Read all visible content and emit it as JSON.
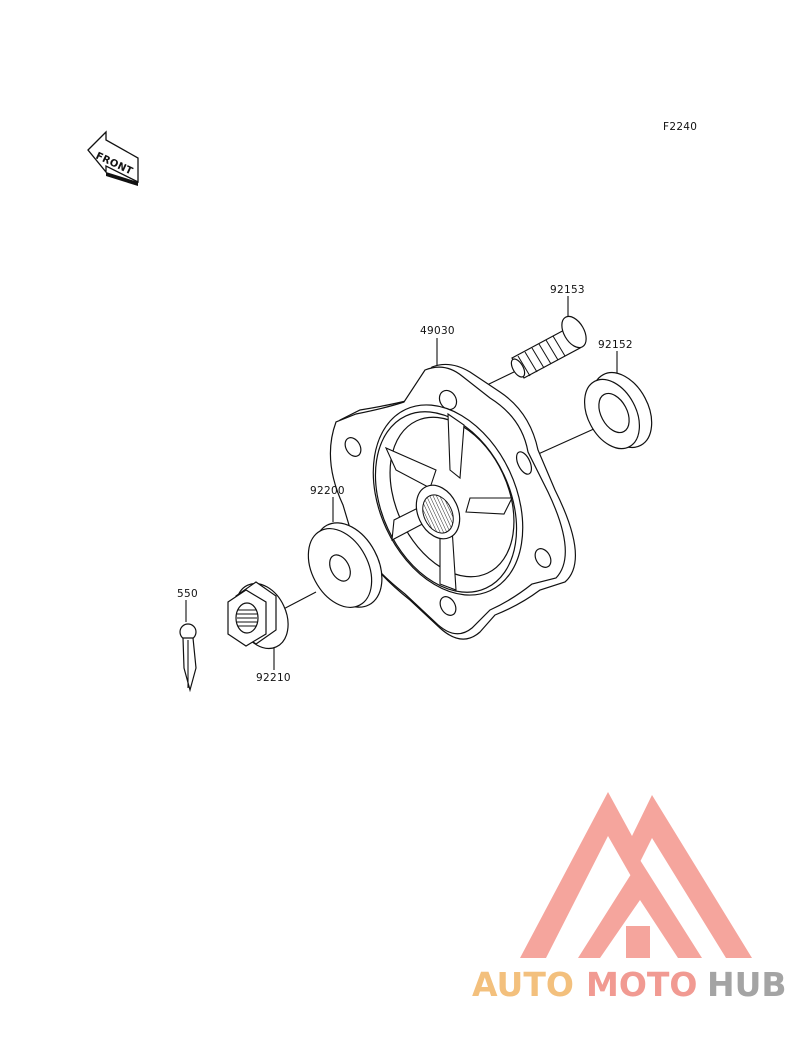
{
  "figure_code": "F2240",
  "front_indicator": {
    "text": "FRONT",
    "icon": "front-arrow-icon"
  },
  "parts": [
    {
      "number": "92153",
      "name_ref": "stud"
    },
    {
      "number": "92152",
      "name_ref": "oil-seal"
    },
    {
      "number": "49030",
      "name_ref": "hub"
    },
    {
      "number": "92200",
      "name_ref": "washer"
    },
    {
      "number": "550",
      "name_ref": "cotter-pin"
    },
    {
      "number": "92210",
      "name_ref": "castle-nut"
    }
  ],
  "watermark": {
    "text_auto": "AUTO",
    "text_moto": "MOTO",
    "text_hub": "HUB",
    "colors": {
      "auto": "#f3c07d",
      "moto": "#f19a92",
      "hub": "#a4a4a4",
      "logo": "#f5a59d"
    }
  }
}
